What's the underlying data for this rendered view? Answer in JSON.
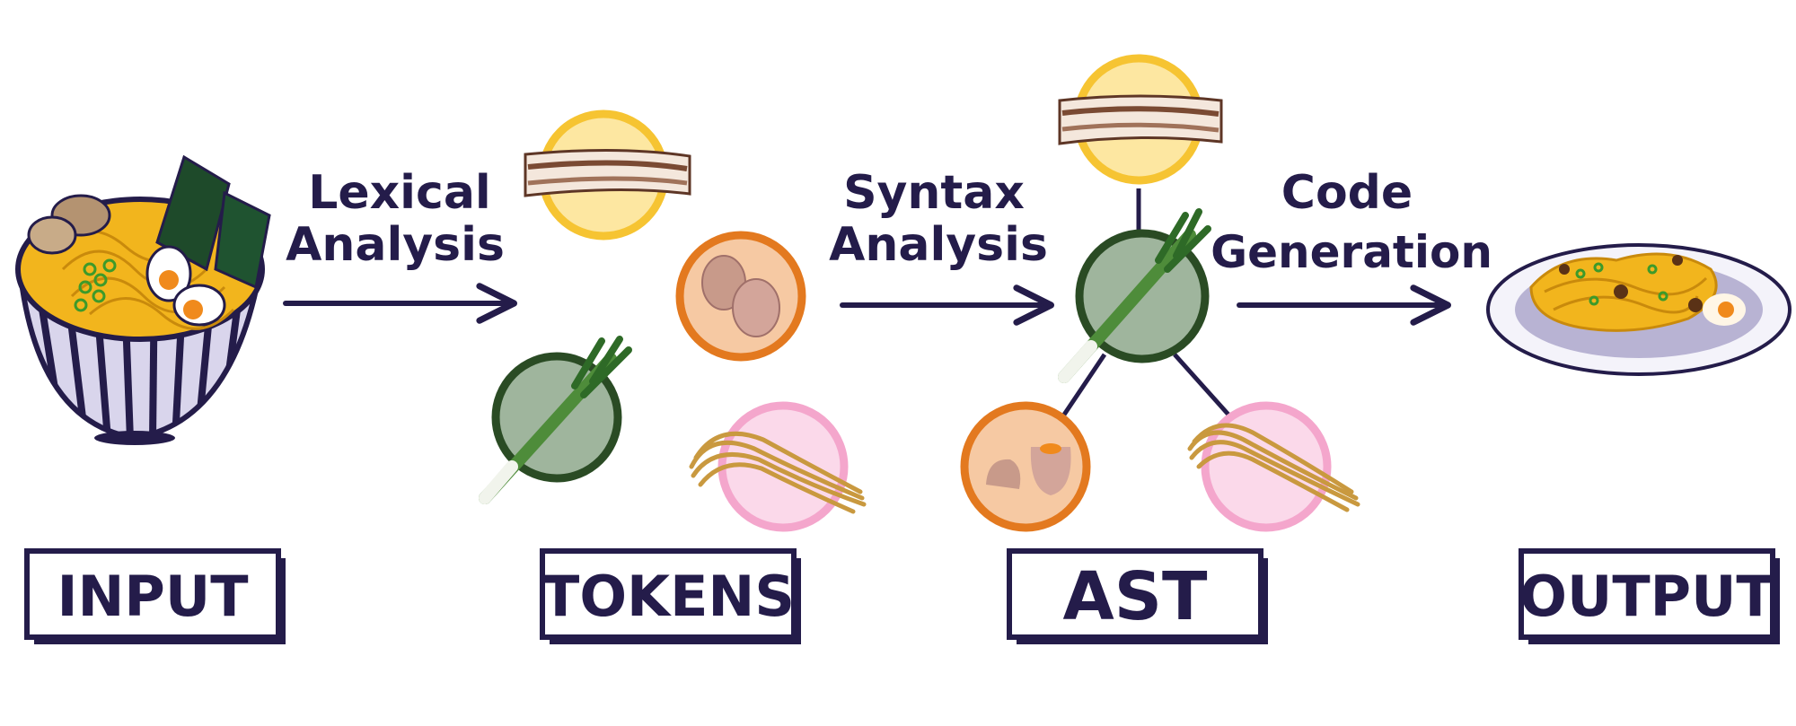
{
  "steps": {
    "lexical": {
      "line1": "Lexical",
      "line2": "Analysis"
    },
    "syntax": {
      "line1": "Syntax",
      "line2": "Analysis"
    },
    "codegen": {
      "line1": "Code",
      "line2": "Generation"
    }
  },
  "stages": {
    "input": "INPUT",
    "tokens": "TOKENS",
    "ast": "AST",
    "output": "OUTPUT"
  },
  "colors": {
    "ink": "#241c4a",
    "bacon_ring": "#f6c432",
    "bacon_fill": "#fde7a1",
    "egg_ring": "#e3791f",
    "egg_fill": "#f6c9a3",
    "scallion_ring": "#2a4b24",
    "scallion_fill": "#9fb59d",
    "noodle_ring": "#f4a6cc",
    "noodle_fill": "#fbd9ea",
    "noodle": "#f2b51d",
    "plate": "#b8b3d3"
  },
  "icons": [
    "ramen-bowl-icon",
    "bacon-icon",
    "egg-icon",
    "scallion-icon",
    "noodle-icon",
    "pasta-plate-icon"
  ]
}
